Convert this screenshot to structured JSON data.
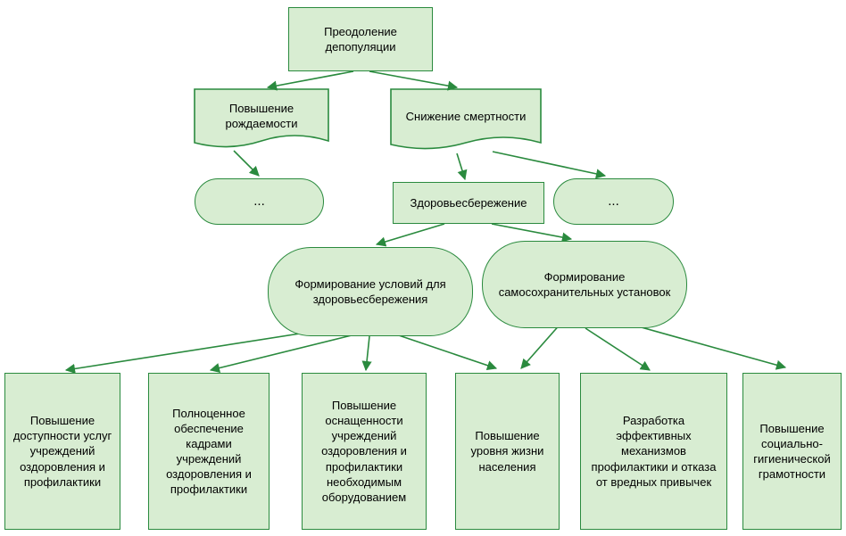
{
  "nodes": {
    "root": {
      "label": "Преодоление депопуляции",
      "shape": "rect"
    },
    "birth": {
      "label": "Повышение рождаемости",
      "shape": "document"
    },
    "mortality": {
      "label": "Снижение смертности",
      "shape": "document"
    },
    "dots_left": {
      "label": "...",
      "shape": "stadium"
    },
    "health": {
      "label": "Здоровьесбережение",
      "shape": "rect"
    },
    "dots_right": {
      "label": "...",
      "shape": "stadium"
    },
    "conditions": {
      "label": "Формирование условий для здоровьесбережения",
      "shape": "stadium"
    },
    "attitudes": {
      "label": "Формирование самосохранительных установок",
      "shape": "stadium"
    },
    "b1": {
      "label": "Повышение доступности услуг учреждений оздоровления и профилактики",
      "shape": "rect"
    },
    "b2": {
      "label": "Полноценное обеспечение кадрами учреждений оздоровления и профилактики",
      "shape": "rect"
    },
    "b3": {
      "label": "Повышение оснащенности учреждений оздоровления и профилактики необходимым оборудованием",
      "shape": "rect"
    },
    "b4": {
      "label": "Повышение уровня жизни населения",
      "shape": "rect"
    },
    "b5": {
      "label": "Разработка эффективных механизмов профилактики и отказа от вредных привычек",
      "shape": "rect"
    },
    "b6": {
      "label": "Повышение социально-гигиенической грамотности",
      "shape": "rect"
    }
  },
  "edges": [
    {
      "from": "root",
      "to": "birth"
    },
    {
      "from": "root",
      "to": "mortality"
    },
    {
      "from": "birth",
      "to": "dots_left"
    },
    {
      "from": "mortality",
      "to": "health"
    },
    {
      "from": "mortality",
      "to": "dots_right"
    },
    {
      "from": "health",
      "to": "conditions"
    },
    {
      "from": "health",
      "to": "attitudes"
    },
    {
      "from": "conditions",
      "to": "b1"
    },
    {
      "from": "conditions",
      "to": "b2"
    },
    {
      "from": "conditions",
      "to": "b3"
    },
    {
      "from": "conditions",
      "to": "b4"
    },
    {
      "from": "attitudes",
      "to": "b4"
    },
    {
      "from": "attitudes",
      "to": "b5"
    },
    {
      "from": "attitudes",
      "to": "b6"
    }
  ],
  "colors": {
    "node_fill": "#d8edd2",
    "node_border": "#2a8a3e",
    "arrow": "#2a8a3e",
    "text": "#000000",
    "bg": "#ffffff"
  }
}
